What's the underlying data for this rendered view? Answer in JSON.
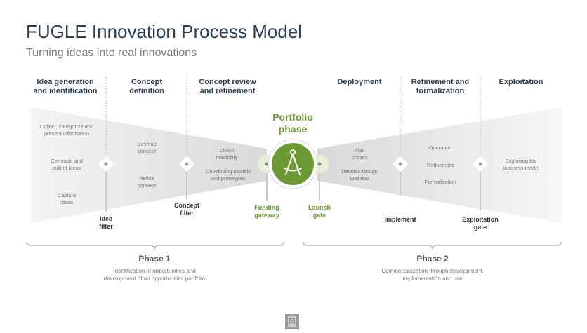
{
  "title": "FUGLE Innovation Process Model",
  "subtitle": "Turning ideas into real innovations",
  "stages": {
    "idea_generation": "Idea generation\nand identification",
    "concept_definition": "Concept\ndefinition",
    "concept_review": "Concept review\nand refinement",
    "deployment": "Deployment",
    "refinement_formalization": "Refinement and\nformalization",
    "exploitation": "Exploitation"
  },
  "portfolio": "Portfolio\nphase",
  "notes": {
    "collect": "Collect, categorize and\npresent information",
    "generate": "Generate and\ncollect ideas",
    "capture": "Capture\nideas",
    "develop": "Develop\nconcept",
    "refine": "Refine\nconcept",
    "check": "Check\nfeasibility",
    "models": "Developing models\nand prototypes",
    "plan": "Plan\nproject",
    "detailed": "Detailed design\nand test",
    "operation": "Operation",
    "refinement": "Refinement",
    "formalization": "Formalization",
    "exploiting": "Exploiting the\nbusiness model"
  },
  "gates": {
    "idea_filter": "Idea\nfilter",
    "concept_filter": "Concept\nfilter",
    "funding_gateway": "Funding\ngateway",
    "launch_gate": "Launch\ngate",
    "implement": "Implement",
    "exploitation_gate": "Exploitation\ngate"
  },
  "phases": {
    "phase1_title": "Phase 1",
    "phase1_desc": "Identification of opportunities and\ndevelopment of an opportunities portfolio",
    "phase2_title": "Phase 2",
    "phase2_desc": "Commercialization through development,\nimplementation and use"
  },
  "colors": {
    "accent_green": "#6b9a35",
    "dark_text": "#2f3e4e",
    "funnel_gray": "#e6e6e6"
  },
  "icons": {
    "center": "compass-icon",
    "footer": "document-icon"
  }
}
